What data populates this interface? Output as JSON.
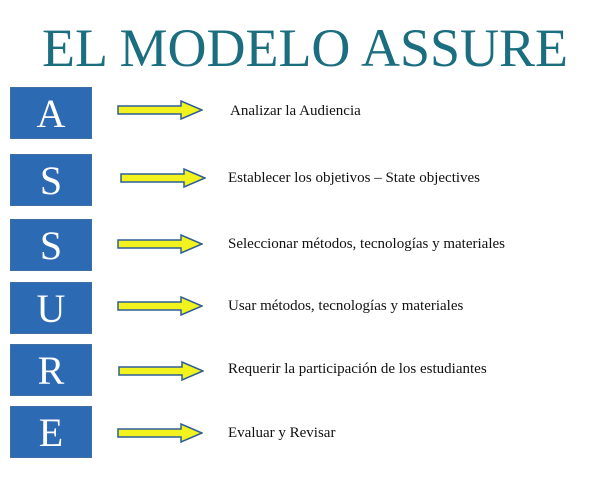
{
  "title": "EL MODELO ASSURE",
  "colors": {
    "title": "#1b6e80",
    "letter_box": "#2c6ab4",
    "arrow_fill": "#f2f21e",
    "arrow_stroke": "#2e5e96"
  },
  "rows": [
    {
      "letter": "A",
      "text": "Analizar  la Audiencia",
      "arrow_icon": "right-arrow-icon"
    },
    {
      "letter": "S",
      "text": "Establecer los objetivos – State objectives",
      "arrow_icon": "right-arrow-icon"
    },
    {
      "letter": "S",
      "text": "Seleccionar  métodos, tecnologías y materiales",
      "arrow_icon": "right-arrow-icon"
    },
    {
      "letter": "U",
      "text": "Usar  métodos, tecnologías y materiales",
      "arrow_icon": "right-arrow-icon"
    },
    {
      "letter": "R",
      "text": "Requerir la participación de los estudiantes",
      "arrow_icon": "right-arrow-icon"
    },
    {
      "letter": "E",
      "text": "Evaluar y Revisar",
      "arrow_icon": "right-arrow-icon"
    }
  ]
}
